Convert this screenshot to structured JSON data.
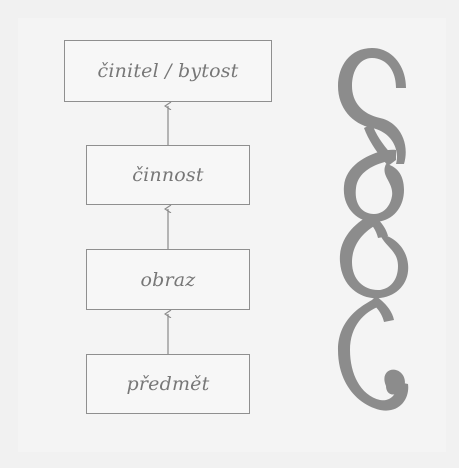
{
  "diagram": {
    "nodes": [
      {
        "id": "cinitel",
        "label": "činitel / bytost"
      },
      {
        "id": "cinnost",
        "label": "činnost"
      },
      {
        "id": "obraz",
        "label": "obraz"
      },
      {
        "id": "predmet",
        "label": "předmět"
      }
    ],
    "edges": [
      {
        "from": "predmet",
        "to": "obraz"
      },
      {
        "from": "obraz",
        "to": "cinnost"
      },
      {
        "from": "cinnost",
        "to": "cinitel"
      }
    ],
    "colors": {
      "box_border": "#8f8f8f",
      "text": "#777777",
      "arrow": "#8a8a8a",
      "spiral": "#8c8c8c",
      "background": "#f1f1f1"
    },
    "decoration": "twisted-ribbon-spiral"
  }
}
